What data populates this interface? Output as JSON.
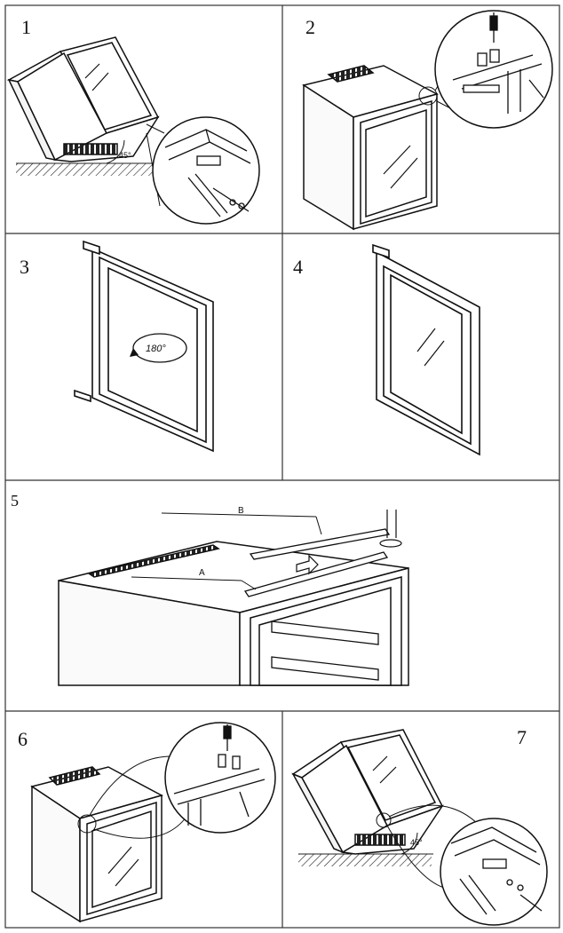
{
  "panels": [
    {
      "step": "1",
      "angle": "45°"
    },
    {
      "step": "2"
    },
    {
      "step": "3",
      "rotation": "180°"
    },
    {
      "step": "4"
    },
    {
      "step": "5",
      "label_a": "A",
      "label_b": "B"
    },
    {
      "step": "6"
    },
    {
      "step": "7",
      "angle": "45°"
    }
  ]
}
